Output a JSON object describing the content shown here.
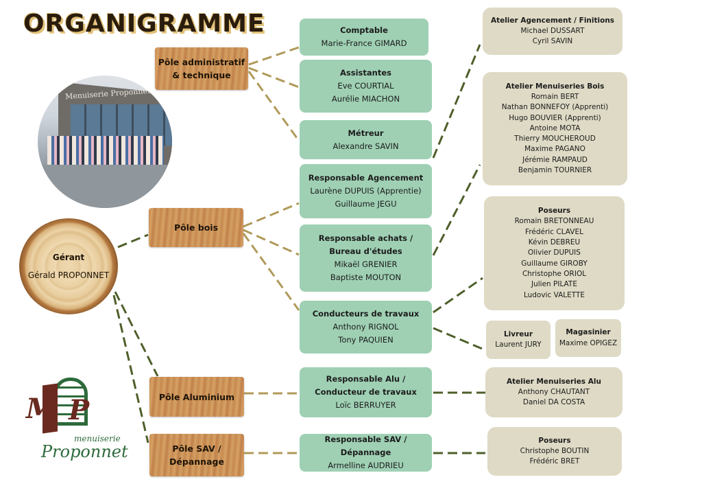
{
  "title": "ORGANIGRAMME",
  "gerant": {
    "role": "Gérant",
    "name": "Gérald PROPONNET"
  },
  "photo": {
    "sign": "Menuiserie Proponnet"
  },
  "logo": {
    "monogram_m": "M",
    "monogram_p": "P",
    "word1": "menuiserie",
    "word2": "Proponnet"
  },
  "poles": {
    "admin": "Pôle administratif\n& technique",
    "bois": "Pôle bois",
    "alu": "Pôle Aluminium",
    "sav": "Pôle SAV /\nDépannage"
  },
  "roles": {
    "comptable": {
      "title": "Comptable",
      "names": [
        "Marie-France GIMARD"
      ]
    },
    "assistantes": {
      "title": "Assistantes",
      "names": [
        "Eve COURTIAL",
        "Aurélie MIACHON"
      ]
    },
    "metreur": {
      "title": "Métreur",
      "names": [
        "Alexandre SAVIN"
      ]
    },
    "agencement": {
      "title": "Responsable Agencement",
      "names": [
        "Laurène DUPUIS (Apprentie)",
        "Guillaume JEGU"
      ]
    },
    "achats": {
      "title": "Responsable achats / Bureau d'études",
      "names": [
        "Mikaël GRENIER",
        "Baptiste MOUTON"
      ]
    },
    "conducteurs": {
      "title": "Conducteurs de travaux",
      "names": [
        "Anthony RIGNOL",
        "Tony PAQUIEN"
      ]
    },
    "resp_alu": {
      "title": "Responsable Alu / Conducteur de travaux",
      "names": [
        "Loïc BERRUYER"
      ]
    },
    "resp_sav": {
      "title": "Responsable SAV / Dépannage",
      "names": [
        "Armelline AUDRIEU"
      ]
    }
  },
  "teams": {
    "finitions": {
      "title": "Atelier Agencement / Finitions",
      "names": [
        "Michael DUSSART",
        "Cyril SAVIN"
      ]
    },
    "bois": {
      "title": "Atelier Menuiseries Bois",
      "names": [
        "Romain BERT",
        "Nathan BONNEFOY (Apprenti)",
        "Hugo BOUVIER (Apprenti)",
        "Antoine MOTA",
        "Thierry MOUCHEROUD",
        "Maxime PAGANO",
        "Jérémie RAMPAUD",
        "Benjamin TOURNIER"
      ]
    },
    "poseurs": {
      "title": "Poseurs",
      "names": [
        "Romain BRETONNEAU",
        "Frédéric CLAVEL",
        "Kévin DEBREU",
        "Olivier DUPUIS",
        "Guillaume GIROBY",
        "Christophe ORIOL",
        "Julien PILATE",
        "Ludovic VALETTE"
      ]
    },
    "livreur": {
      "title": "Livreur",
      "names": [
        "Laurent JURY"
      ]
    },
    "magasinier": {
      "title": "Magasinier",
      "names": [
        "Maxime OPIGEZ"
      ]
    },
    "alu": {
      "title": "Atelier Menuiseries Alu",
      "names": [
        "Anthony CHAUTANT",
        "Daniel DA COSTA"
      ]
    },
    "poseurs_sav": {
      "title": "Poseurs",
      "names": [
        "Christophe BOUTIN",
        "Frédéric BRET"
      ]
    }
  },
  "colors": {
    "dark_line": "#4e5f2a",
    "tan_line": "#b09a5a",
    "green_box": "#9fd0b4",
    "beige_box": "#dedac5"
  }
}
